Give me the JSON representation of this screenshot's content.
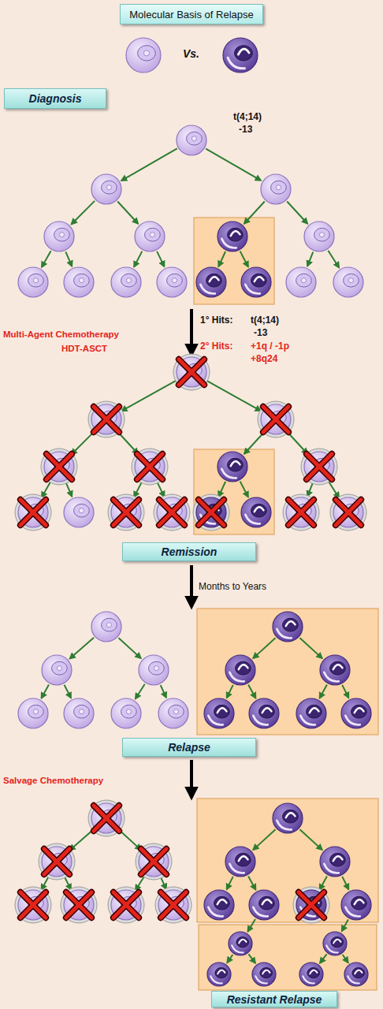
{
  "diagram": {
    "nodes": [
      {
        "text": [
          "Molecular Basis of Relapse"
        ]
      },
      {
        "text": [
          "Diagnosis"
        ]
      },
      {
        "text": [
          "Remission"
        ]
      },
      {
        "text": [
          "Relapse"
        ]
      },
      {
        "text": [
          "Resistant Relapse"
        ]
      }
    ],
    "labels": [
      "Vs.",
      "t(4;14)",
      "-13",
      "1° Hits:",
      "t(4;14)",
      "-13",
      "2° Hits:",
      "+1q / -1p",
      "+8q24",
      "Multi-Agent Chemotherapy",
      "HDT-ASCT",
      "Months to Years",
      "Salvage Chemotherapy"
    ]
  }
}
